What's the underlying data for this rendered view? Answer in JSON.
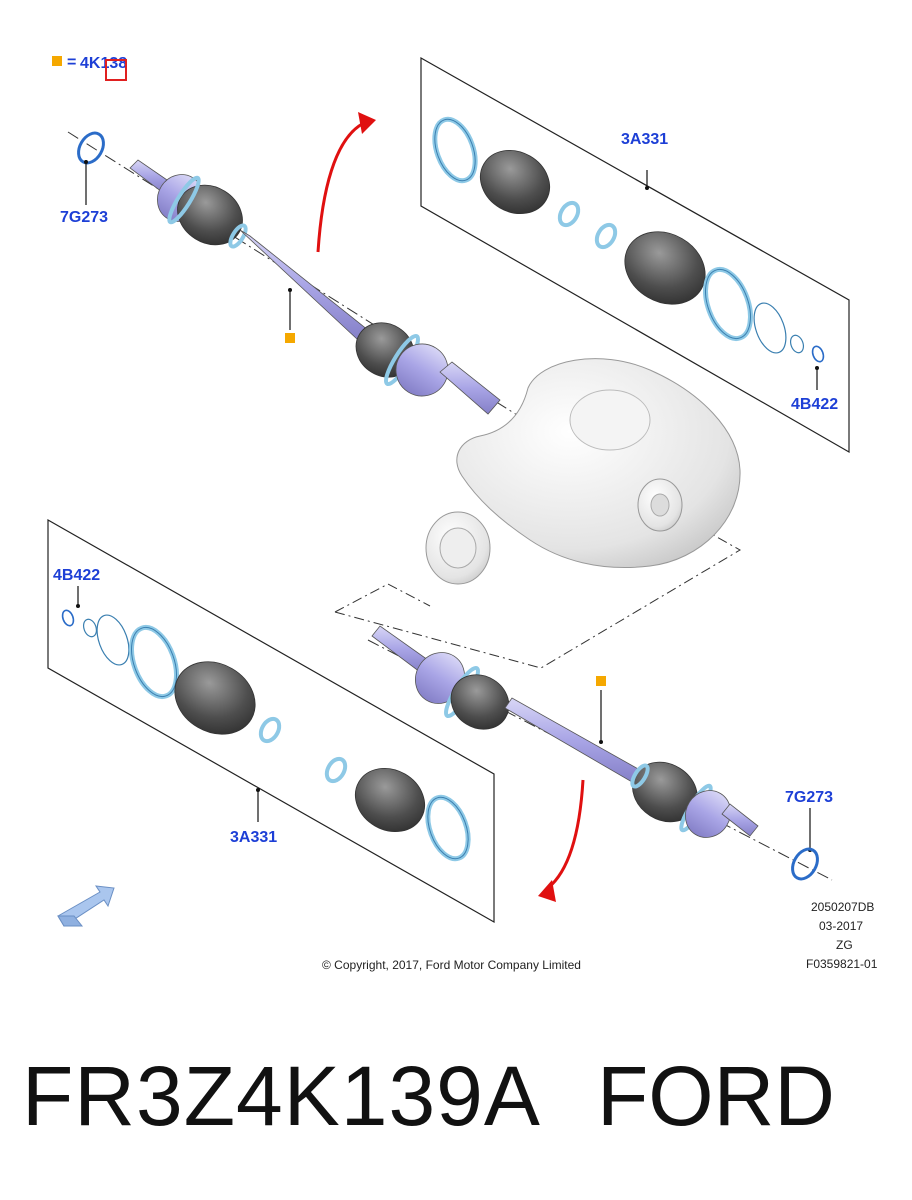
{
  "legend": {
    "marker_color": "#f5a800",
    "equals": "=",
    "part_ref": "4K138"
  },
  "callouts": {
    "clip_upper": "7G273",
    "boot_kit_upper": "3A331",
    "circlip_upper": "4B422",
    "circlip_lower": "4B422",
    "boot_kit_lower": "3A331",
    "clip_lower": "7G273"
  },
  "footer": {
    "copyright": "© Copyright, 2017, Ford Motor Company Limited",
    "code": "2050207DB",
    "date": "03-2017",
    "market": "ZG",
    "figure": "F0359821-01"
  },
  "caption": {
    "part_number": "FR3Z4K139A",
    "brand": "FORD"
  },
  "colors": {
    "callout": "#1d3fd6",
    "shaft": "#b9b6ec",
    "boot": "#555555",
    "ring": "#8ec9e6",
    "arrow": "#e01010",
    "marker": "#f5a800"
  }
}
